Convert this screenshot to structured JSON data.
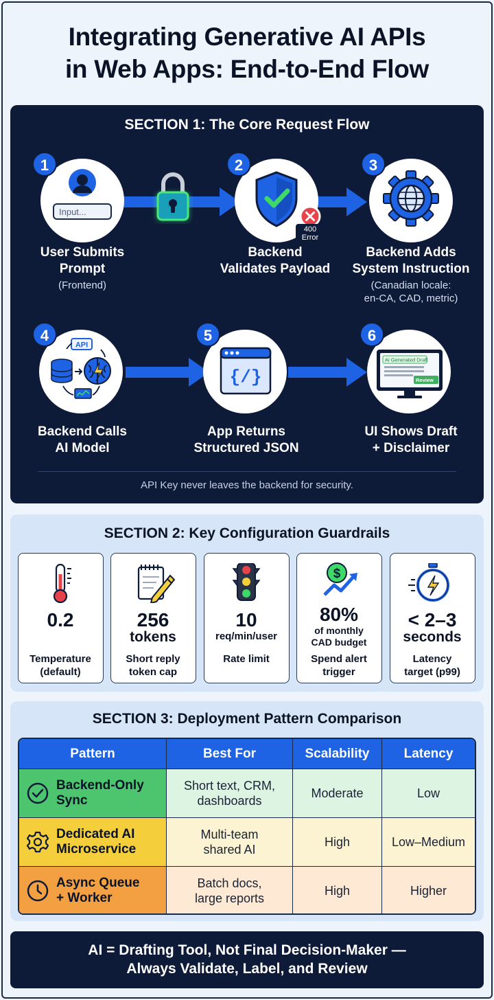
{
  "title_line1": "Integrating Generative AI APIs",
  "title_line2": "in Web Apps: End-to-End Flow",
  "section1": {
    "title": "SECTION 1: The Core Request Flow",
    "steps": [
      {
        "num": "1",
        "title_l1": "User Submits",
        "title_l2": "Prompt",
        "sub_l1": "(Frontend)",
        "sub_l2": "",
        "icon": "user-input-icon",
        "input_placeholder": "Input..."
      },
      {
        "num": "2",
        "title_l1": "Backend",
        "title_l2": "Validates Payload",
        "sub_l1": "",
        "sub_l2": "",
        "icon": "shield-check-icon",
        "error_l1": "400",
        "error_l2": "Error"
      },
      {
        "num": "3",
        "title_l1": "Backend Adds",
        "title_l2": "System Instruction",
        "sub_l1": "(Canadian locale:",
        "sub_l2": "en-CA, CAD, metric)",
        "icon": "globe-gear-icon"
      },
      {
        "num": "4",
        "title_l1": "Backend Calls",
        "title_l2": "AI Model",
        "sub_l1": "",
        "sub_l2": "",
        "icon": "database-brain-icon",
        "api_label": "API"
      },
      {
        "num": "5",
        "title_l1": "App Returns",
        "title_l2": "Structured JSON",
        "sub_l1": "",
        "sub_l2": "",
        "icon": "code-window-icon",
        "code_text": "{/}"
      },
      {
        "num": "6",
        "title_l1": "UI Shows Draft",
        "title_l2": "+ Disclaimer",
        "sub_l1": "",
        "sub_l2": "",
        "icon": "monitor-draft-icon",
        "draft_label": "Ai Generated Draft",
        "review_label": "Review"
      }
    ],
    "lock_icon": "padlock-icon",
    "note": "API Key never leaves the backend for security."
  },
  "section2": {
    "title": "SECTION 2: Key Configuration Guardrails",
    "cards": [
      {
        "icon": "thermometer-icon",
        "value": "0.2",
        "unit": "",
        "unit2": "",
        "label_l1": "Temperature",
        "label_l2": "(default)"
      },
      {
        "icon": "notepad-pencil-icon",
        "value": "256",
        "unit": "tokens",
        "unit2": "",
        "label_l1": "Short reply",
        "label_l2": "token cap"
      },
      {
        "icon": "traffic-light-icon",
        "value": "10",
        "unit": "req/min/user",
        "unit2": "",
        "label_l1": "Rate limit",
        "label_l2": ""
      },
      {
        "icon": "dollar-trend-icon",
        "value": "80%",
        "unit": "of monthly",
        "unit2": "CAD budget",
        "label_l1": "Spend alert",
        "label_l2": "trigger"
      },
      {
        "icon": "stopwatch-bolt-icon",
        "value": "< 2–3",
        "unit": "seconds",
        "unit2": "",
        "label_l1": "Latency",
        "label_l2": "target (p99)"
      }
    ]
  },
  "section3": {
    "title": "SECTION 3: Deployment Pattern Comparison",
    "headers": [
      "Pattern",
      "Best For",
      "Scalability",
      "Latency"
    ],
    "rows": [
      {
        "pattern_l1": "Backend-Only",
        "pattern_l2": "Sync",
        "best_l1": "Short text, CRM,",
        "best_l2": "dashboards",
        "scalability": "Moderate",
        "latency": "Low",
        "icon": "check-circle-icon"
      },
      {
        "pattern_l1": "Dedicated AI",
        "pattern_l2": "Microservice",
        "best_l1": "Multi-team",
        "best_l2": "shared AI",
        "scalability": "High",
        "latency": "Low–Medium",
        "icon": "gear-icon"
      },
      {
        "pattern_l1": "Async Queue",
        "pattern_l2": "+ Worker",
        "best_l1": "Batch docs,",
        "best_l2": "large reports",
        "scalability": "High",
        "latency": "Higher",
        "icon": "clock-icon"
      }
    ],
    "colors": {
      "header": "#1e63e4",
      "row1_pattern": "#4cc56e",
      "row1_cells": "#ddf4e3",
      "row2_pattern": "#f5cf3b",
      "row2_cells": "#fbf3d2",
      "row3_pattern": "#f3a043",
      "row3_cells": "#fde9d4"
    }
  },
  "footer_l1": "AI = Drafting Tool, Not Final Decision-Maker —",
  "footer_l2": "Always Validate, Label, and Review"
}
